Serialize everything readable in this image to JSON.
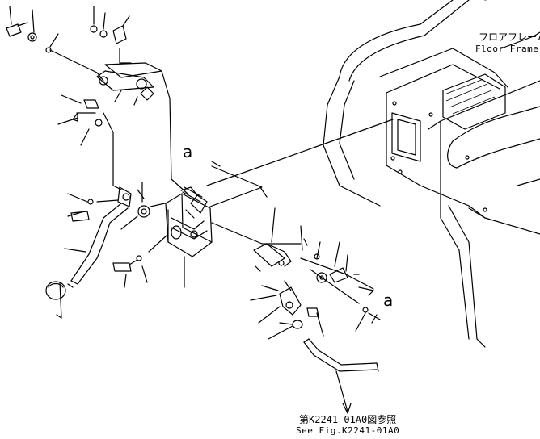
{
  "labels": {
    "floor_frame_jp": "フロアフレーム",
    "floor_frame_en": "Floor Frame",
    "ref_a_upper": "a",
    "ref_a_lower": "a",
    "see_fig_jp": "第K2241-01A0図参照",
    "see_fig_en": "See Fig.K2241-01A0"
  }
}
